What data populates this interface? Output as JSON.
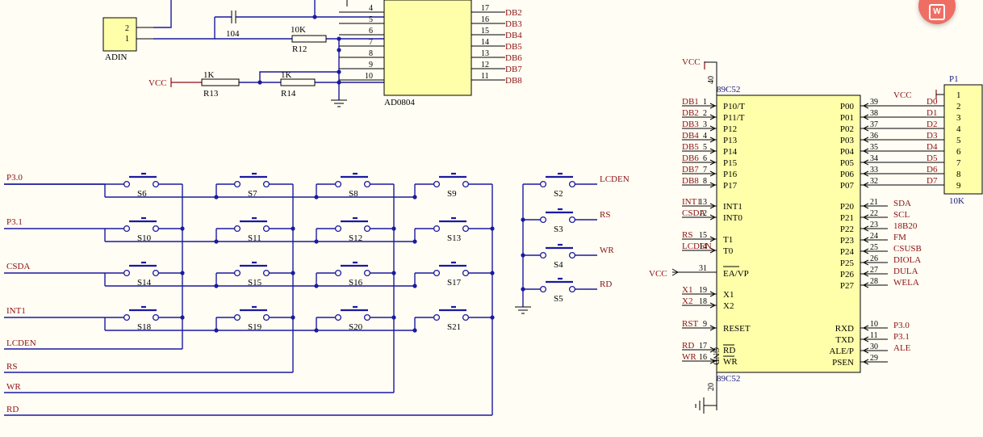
{
  "adc": {
    "name": "AD0804",
    "left_pins": [
      "4",
      "5",
      "6",
      "7",
      "8",
      "9",
      "10"
    ],
    "right_pins": [
      "17",
      "16",
      "15",
      "14",
      "13",
      "12",
      "11"
    ],
    "right_nets": [
      "DB2",
      "DB3",
      "DB4",
      "DB5",
      "DB6",
      "DB7",
      "DB8"
    ]
  },
  "adin": {
    "name": "ADIN",
    "pins": [
      "2",
      "1"
    ]
  },
  "cap": {
    "value": "104"
  },
  "r12": {
    "name": "R12",
    "value": "10K"
  },
  "r13": {
    "name": "R13",
    "value": "1K"
  },
  "r14": {
    "name": "R14",
    "value": "1K"
  },
  "vcc": "VCC",
  "mcu": {
    "top_name": "89C52",
    "bottom_name": "89C52",
    "vcc_pin": "40",
    "gnd_pin": "20",
    "gnd_label": "GND",
    "p1": [
      {
        "net": "DB1",
        "num": "1",
        "label": "P10/T"
      },
      {
        "net": "DB2",
        "num": "2",
        "label": "P11/T"
      },
      {
        "net": "DB3",
        "num": "3",
        "label": "P12"
      },
      {
        "net": "DB4",
        "num": "4",
        "label": "P13"
      },
      {
        "net": "DB5",
        "num": "5",
        "label": "P14"
      },
      {
        "net": "DB6",
        "num": "6",
        "label": "P15"
      },
      {
        "net": "DB7",
        "num": "7",
        "label": "P16"
      },
      {
        "net": "DB8",
        "num": "8",
        "label": "P17"
      }
    ],
    "int": [
      {
        "net": "INT1",
        "num": "13",
        "label": "INT1"
      },
      {
        "net": "CSDA",
        "num": "12",
        "label": "INT0"
      }
    ],
    "t": [
      {
        "net": "RS",
        "num": "15",
        "label": "T1"
      },
      {
        "net": "LCDEN",
        "num": "14",
        "label": "T0"
      }
    ],
    "ea": {
      "net": "VCC",
      "num": "31",
      "label": "EA/VP"
    },
    "x": [
      {
        "net": "X1",
        "num": "19",
        "label": "X1"
      },
      {
        "net": "X2",
        "num": "18",
        "label": "X2"
      }
    ],
    "reset": {
      "net": "RST",
      "num": "9",
      "label": "RESET"
    },
    "rdwr": [
      {
        "net": "RD",
        "num": "17",
        "label": "RD"
      },
      {
        "net": "WR",
        "num": "16",
        "label": "WR"
      }
    ],
    "p0": [
      {
        "label": "P00",
        "num": "39",
        "net": "D0"
      },
      {
        "label": "P01",
        "num": "38",
        "net": "D1"
      },
      {
        "label": "P02",
        "num": "37",
        "net": "D2"
      },
      {
        "label": "P03",
        "num": "36",
        "net": "D3"
      },
      {
        "label": "P04",
        "num": "35",
        "net": "D4"
      },
      {
        "label": "P05",
        "num": "34",
        "net": "D5"
      },
      {
        "label": "P06",
        "num": "33",
        "net": "D6"
      },
      {
        "label": "P07",
        "num": "32",
        "net": "D7"
      }
    ],
    "p2": [
      {
        "label": "P20",
        "num": "21",
        "net": "SDA"
      },
      {
        "label": "P21",
        "num": "22",
        "net": "SCL"
      },
      {
        "label": "P22",
        "num": "23",
        "net": "18B20"
      },
      {
        "label": "P23",
        "num": "24",
        "net": "FM"
      },
      {
        "label": "P24",
        "num": "25",
        "net": "CSUSB"
      },
      {
        "label": "P25",
        "num": "26",
        "net": "DIOLA"
      },
      {
        "label": "P26",
        "num": "27",
        "net": "DULA"
      },
      {
        "label": "P27",
        "num": "28",
        "net": "WELA"
      }
    ],
    "p3": [
      {
        "label": "RXD",
        "num": "10",
        "net": "P3.0"
      },
      {
        "label": "TXD",
        "num": "11",
        "net": "P3.1"
      },
      {
        "label": "ALE/P",
        "num": "30",
        "net": "ALE"
      },
      {
        "label": "PSEN",
        "num": "29",
        "net": ""
      }
    ]
  },
  "p1conn": {
    "name": "P1",
    "value": "10K",
    "pins": [
      "1",
      "2",
      "3",
      "4",
      "5",
      "6",
      "7",
      "8",
      "9"
    ]
  },
  "keypad": {
    "rows": [
      "P3.0",
      "P3.1",
      "CSDA",
      "INT1"
    ],
    "cols": [
      "LCDEN",
      "RS",
      "WR",
      "RD"
    ],
    "switches": [
      "S6",
      "S7",
      "S8",
      "S9",
      "S10",
      "S11",
      "S12",
      "S13",
      "S14",
      "S15",
      "S16",
      "S17",
      "S18",
      "S19",
      "S20",
      "S21"
    ]
  },
  "side_switches": [
    {
      "name": "S2",
      "net": "LCDEN"
    },
    {
      "name": "S3",
      "net": "RS"
    },
    {
      "name": "S4",
      "net": "WR"
    },
    {
      "name": "S5",
      "net": "RD"
    }
  ]
}
